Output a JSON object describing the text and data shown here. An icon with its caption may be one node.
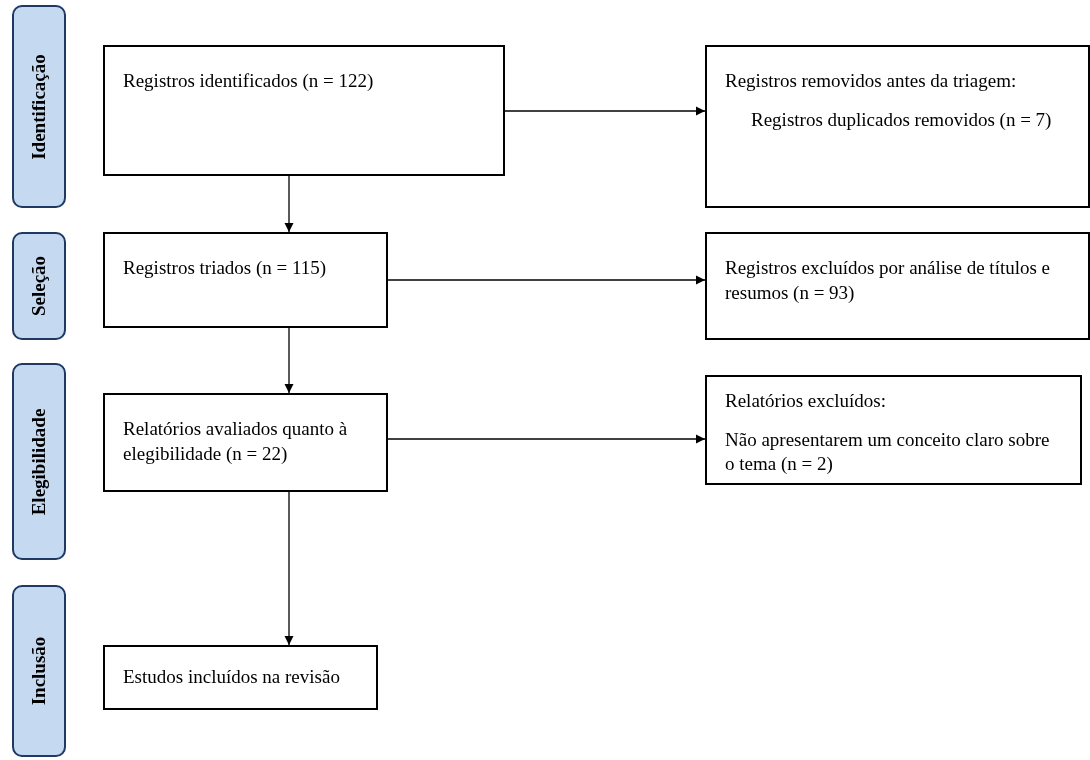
{
  "diagram": {
    "nodes": [
      {
        "text": [
          "Identificação"
        ]
      },
      {
        "text": [
          "Registros identificados (n = 122)"
        ]
      },
      {
        "text": [
          "Registros removidos antes da triagem:",
          "Registros duplicados removidos (n = 7)"
        ]
      },
      {
        "text": [
          "Seleção"
        ]
      },
      {
        "text": [
          "Registros triados (n = 115)"
        ]
      },
      {
        "text": [
          "Registros excluídos por análise de títulos e resumos (n = 93)"
        ]
      },
      {
        "text": [
          "Elegibilidade"
        ]
      },
      {
        "text": [
          "Relatórios avaliados quanto à elegibilidade (n = 22)"
        ]
      },
      {
        "text": [
          "Relatórios excluídos:",
          "Não apresentarem um conceito claro sobre o tema (n = 2)"
        ]
      },
      {
        "text": [
          "Inclusão"
        ]
      },
      {
        "text": [
          "Estudos incluídos na revisão"
        ]
      }
    ],
    "edges": [
      {
        "from": 1,
        "to": 2,
        "arrow": "to"
      },
      {
        "from": 1,
        "to": 4,
        "arrow": "to"
      },
      {
        "from": 4,
        "to": 5,
        "arrow": "to"
      },
      {
        "from": 4,
        "to": 7,
        "arrow": "to"
      },
      {
        "from": 7,
        "to": 8,
        "arrow": "to"
      },
      {
        "from": 7,
        "to": 10,
        "arrow": "to"
      }
    ]
  }
}
